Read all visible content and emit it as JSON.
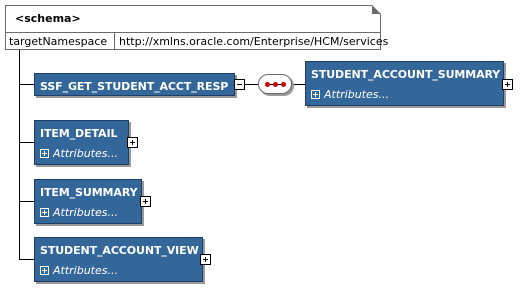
{
  "schema": {
    "title": "<schema>",
    "attr_key": "targetNamespace",
    "attr_value": "http://xmlns.oracle.com/Enterprise/HCM/services"
  },
  "elements": [
    {
      "name": "SSF_GET_STUDENT_ACCT_RESP",
      "expanded": true
    },
    {
      "name": "STUDENT_ACCOUNT_SUMMARY",
      "attributes_label": "Attributes..."
    },
    {
      "name": "ITEM_DETAIL",
      "attributes_label": "Attributes..."
    },
    {
      "name": "ITEM_SUMMARY",
      "attributes_label": "Attributes..."
    },
    {
      "name": "STUDENT_ACCOUNT_VIEW",
      "attributes_label": "Attributes..."
    }
  ],
  "colors": {
    "element_fill": "#336699",
    "element_text": "#ffffff",
    "sequence_dots": "#cc0000"
  },
  "icons": [
    "sequence-compositor-icon",
    "expand-plus-icon",
    "collapse-minus-icon",
    "attributes-expand-icon"
  ]
}
